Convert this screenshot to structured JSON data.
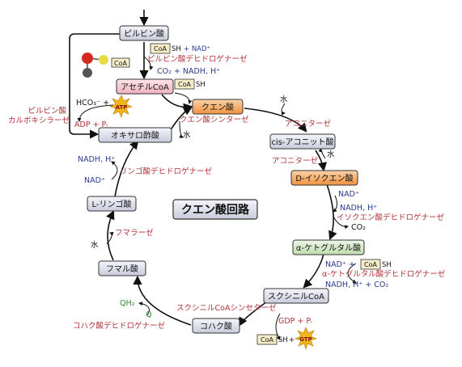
{
  "title": "クエン酸回路",
  "metabolites": {
    "pyruvate": "ピルビン酸",
    "acetyl_coa": "アセチルCoA",
    "citrate": "クエン酸",
    "cis_aconitate": "cis-アコニット酸",
    "isocitrate": "D-イソクエン酸",
    "akg": "α-ケトグルタル酸",
    "succinyl_coa": "スクシニルCoA",
    "succinate": "コハク酸",
    "fumarate": "フマル酸",
    "malate": "L-リンゴ酸",
    "oxaloacetate": "オキサロ酢酸"
  },
  "enzymes": {
    "pdh_line1": "ピルビン酸デヒドロゲナーゼ",
    "pyruvate_carboxylase_line1": "ピルビン酸",
    "pyruvate_carboxylase_line2": "カルボキシラーゼ",
    "citrate_synthase": "クエン酸シンターゼ",
    "aconitase_1": "アコニターゼ",
    "aconitase_2": "アコニターゼ",
    "idh": "イソクエン酸デヒドロゲナーゼ",
    "akgdh": "α-ケトグルタル酸デヒドロゲナーゼ",
    "succinyl_coa_synthetase": "スクシニルCoAシンセターゼ",
    "sdh": "コハク酸デヒドロゲナーゼ",
    "fumarase": "フマラーゼ",
    "mdh": "リンゴ酸デヒドロゲナーゼ"
  },
  "cofactors": {
    "coa": "CoA",
    "coa_sh": "SH",
    "pdh_in": "+ NAD⁺",
    "pdh_out": "CO₂ + NADH, H⁺",
    "hco3": "HCO₃⁻ +",
    "atp": "ATP",
    "adp_pi": "ADP + Pᵢ",
    "water": "水",
    "nad": "NAD⁺",
    "nadh": "NADH, H⁺",
    "co2": "CO₂",
    "nad_plus": "NAD⁺ +",
    "nadh_co2": "NADH, H⁺ + CO₂",
    "gdp_pi": "GDP + Pᵢ",
    "gtp": "GTP",
    "plus": "+",
    "q": "Q",
    "qh2": "QH₂"
  },
  "colors": {
    "enzyme": "#b3323a",
    "cofactor": "#2b3a8f",
    "quinone": "#2f8a2f",
    "box_gray": "#d9dbe8",
    "box_orange": "#f2a35c",
    "box_green": "#cfe6c4",
    "box_pink": "#f3c9cf",
    "energy_star": "#f5b51a"
  }
}
